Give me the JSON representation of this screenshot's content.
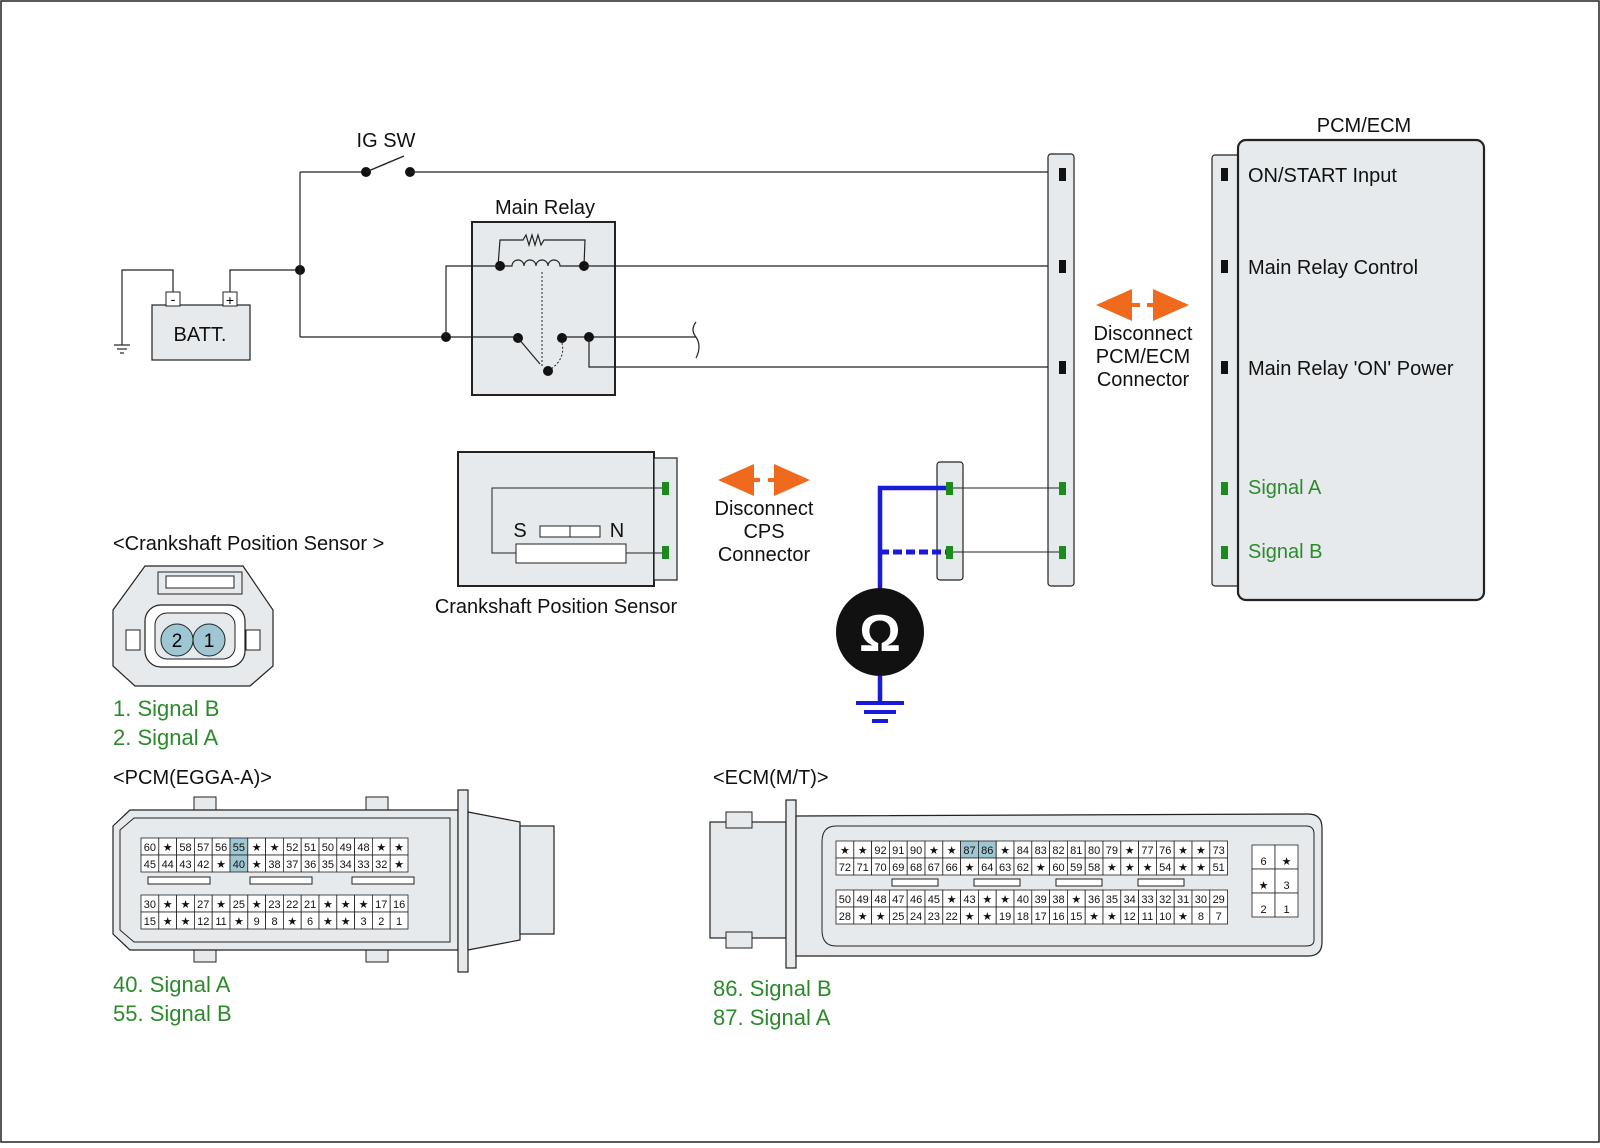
{
  "power": {
    "ig_sw": "IG SW",
    "main_relay": "Main Relay",
    "battery": "BATT.",
    "battery_minus": "-",
    "battery_plus": "+"
  },
  "pcm_ecm": {
    "title": "PCM/ECM",
    "terminals": [
      "ON/START Input",
      "Main Relay Control",
      "Main Relay 'ON' Power",
      "Signal A",
      "Signal B"
    ]
  },
  "disconnect_pcm": [
    "Disconnect",
    "PCM/ECM",
    "Connector"
  ],
  "disconnect_cps": [
    "Disconnect",
    "CPS",
    "Connector"
  ],
  "sensor": {
    "caption": "Crankshaft Position Sensor",
    "pole_s": "S",
    "pole_n": "N"
  },
  "ohmmeter_symbol": "Ω",
  "cps_connector": {
    "heading": "<Crankshaft Position Sensor >",
    "pins": [
      "2",
      "1"
    ],
    "legend": [
      "1. Signal B",
      "2. Signal A"
    ]
  },
  "pcm_connector": {
    "heading": "<PCM(EGGA-A)>",
    "rows": [
      [
        "60",
        "*",
        "58",
        "57",
        "56",
        "55",
        "*",
        "*",
        "52",
        "51",
        "50",
        "49",
        "48",
        "*",
        "*"
      ],
      [
        "45",
        "44",
        "43",
        "42",
        "*",
        "40",
        "*",
        "38",
        "37",
        "36",
        "35",
        "34",
        "33",
        "32",
        "*"
      ],
      [
        "30",
        "*",
        "*",
        "27",
        "*",
        "25",
        "*",
        "23",
        "22",
        "21",
        "*",
        "*",
        "*",
        "17",
        "16"
      ],
      [
        "15",
        "*",
        "*",
        "12",
        "11",
        "*",
        "9",
        "8",
        "*",
        "6",
        "*",
        "*",
        "3",
        "2",
        "1"
      ]
    ],
    "highlighted": [
      "55",
      "40"
    ],
    "legend": [
      "40. Signal A",
      "55. Signal B"
    ]
  },
  "ecm_connector": {
    "heading": "<ECM(M/T)>",
    "rows": [
      [
        "*",
        "*",
        "92",
        "91",
        "90",
        "*",
        "*",
        "87",
        "86",
        "*",
        "84",
        "83",
        "82",
        "81",
        "80",
        "79",
        "*",
        "77",
        "76",
        "*",
        "*",
        "73"
      ],
      [
        "72",
        "71",
        "70",
        "69",
        "68",
        "67",
        "66",
        "*",
        "64",
        "63",
        "62",
        "*",
        "60",
        "59",
        "58",
        "*",
        "*",
        "*",
        "54",
        "*",
        "*",
        "51"
      ],
      [
        "50",
        "49",
        "48",
        "47",
        "46",
        "45",
        "*",
        "43",
        "*",
        "*",
        "40",
        "39",
        "38",
        "*",
        "36",
        "35",
        "34",
        "33",
        "32",
        "31",
        "30",
        "29"
      ],
      [
        "28",
        "*",
        "*",
        "25",
        "24",
        "23",
        "22",
        "*",
        "*",
        "19",
        "18",
        "17",
        "16",
        "15",
        "*",
        "*",
        "12",
        "11",
        "10",
        "*",
        "8",
        "7"
      ]
    ],
    "side_block": [
      [
        "6",
        "*"
      ],
      [
        "*",
        "3"
      ],
      [
        "2",
        "1"
      ]
    ],
    "highlighted": [
      "87",
      "86"
    ],
    "legend": [
      "86. Signal B",
      "87. Signal A"
    ]
  },
  "colors": {
    "signal_text": "#2c8a2c",
    "disconnect_arrow": "#f06a1e",
    "meter_lead": "#1a1adb",
    "panel_fill": "#e6eaec",
    "pin_highlight": "#9fc6d3"
  }
}
